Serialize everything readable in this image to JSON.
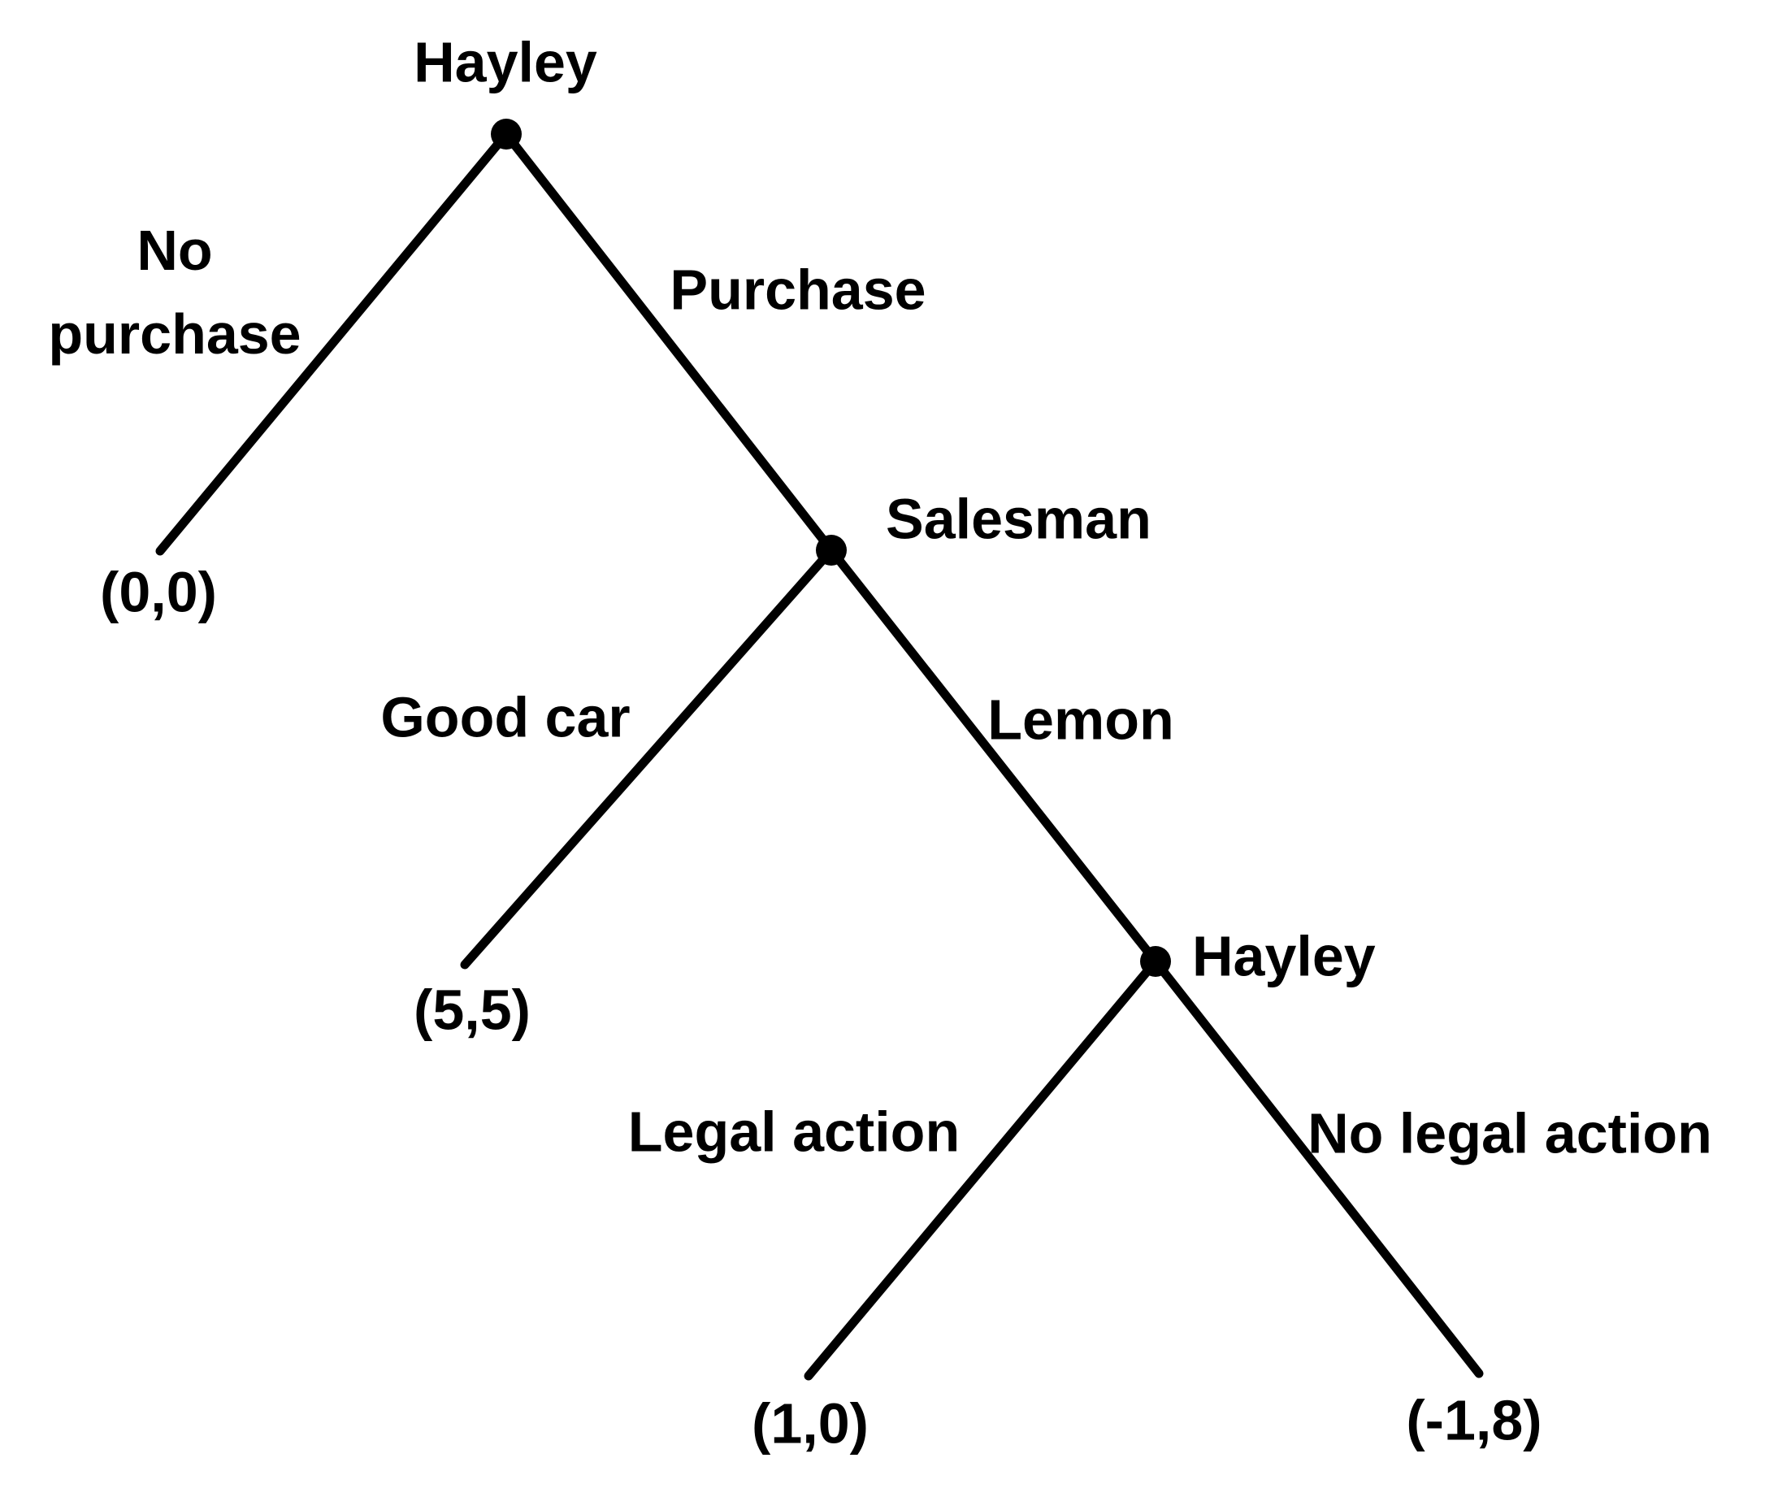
{
  "diagram": {
    "kind": "extensive-form-game-tree",
    "players": [
      "Hayley",
      "Salesman"
    ],
    "nodes": [
      {
        "id": "root",
        "player": "Hayley"
      },
      {
        "id": "salesman",
        "player": "Salesman"
      },
      {
        "id": "hayley2",
        "player": "Hayley"
      }
    ],
    "edges": [
      {
        "from": "root",
        "to": "payoff0",
        "label": "No purchase"
      },
      {
        "from": "root",
        "to": "salesman",
        "label": "Purchase"
      },
      {
        "from": "salesman",
        "to": "payoff1",
        "label": "Good car"
      },
      {
        "from": "salesman",
        "to": "hayley2",
        "label": "Lemon"
      },
      {
        "from": "hayley2",
        "to": "payoff2",
        "label": "Legal action"
      },
      {
        "from": "hayley2",
        "to": "payoff3",
        "label": "No legal action"
      }
    ],
    "payoffs": [
      {
        "id": "payoff0",
        "value": "(0,0)"
      },
      {
        "id": "payoff1",
        "value": "(5,5)"
      },
      {
        "id": "payoff2",
        "value": "(1,0)"
      },
      {
        "id": "payoff3",
        "value": "(-1,8)"
      }
    ],
    "colors": {
      "line": "#000000",
      "text": "#000000",
      "background": "#ffffff"
    }
  }
}
